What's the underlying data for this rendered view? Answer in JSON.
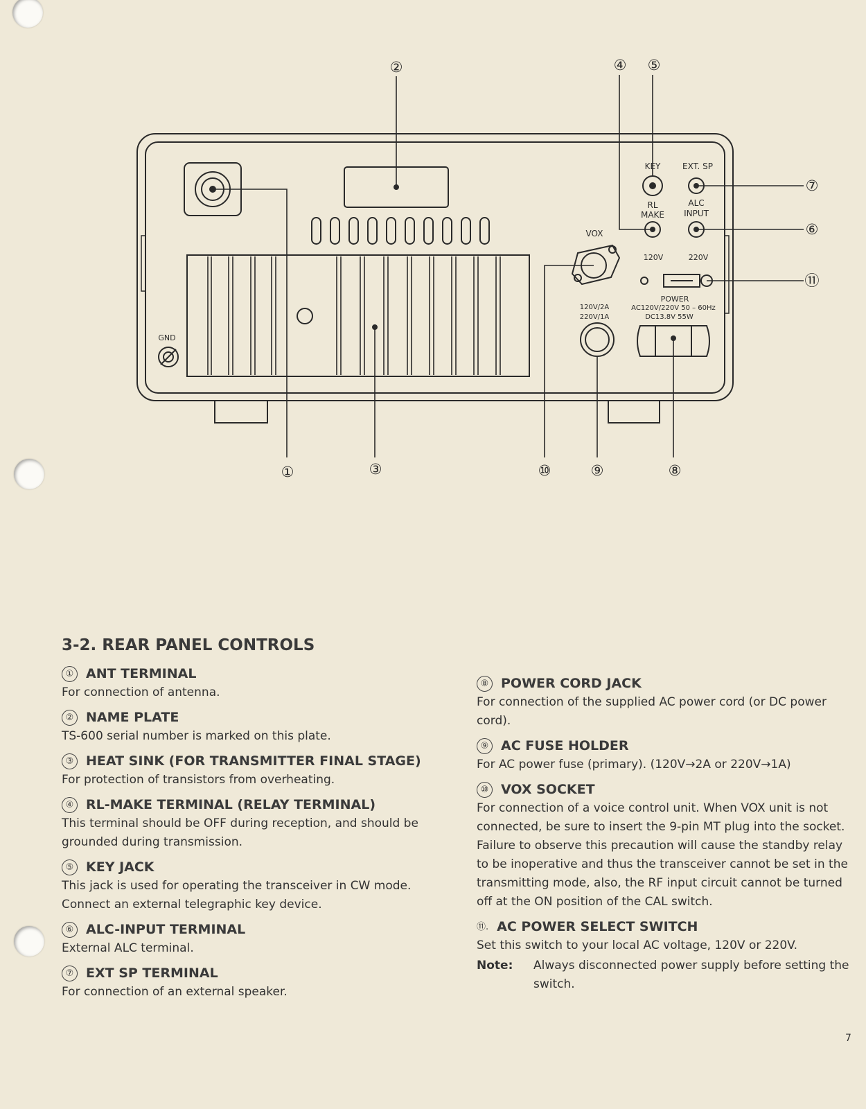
{
  "diagram": {
    "callouts": [
      "①",
      "②",
      "③",
      "④",
      "⑤",
      "⑥",
      "⑦",
      "⑧",
      "⑨",
      "⑩",
      "⑪"
    ],
    "labels": {
      "key": "KEY",
      "ext_sp": "EXT. SP",
      "rl": "RL",
      "make": "MAKE",
      "alc": "ALC",
      "input": "INPUT",
      "vox": "VOX",
      "v120": "120V",
      "v220": "220V",
      "power": "POWER",
      "power_spec1": "AC120V/220V  50 – 60Hz",
      "power_spec2": "DC13.8V   55W",
      "fuse1": "120V/2A",
      "fuse2": "220V/1A",
      "gnd": "GND"
    }
  },
  "section_title": "3-2. REAR PANEL CONTROLS",
  "items_left": [
    {
      "num": "①",
      "title": "ANT TERMINAL",
      "text": "For connection of antenna."
    },
    {
      "num": "②",
      "title": "NAME PLATE",
      "text": "TS-600 serial number is marked on this plate."
    },
    {
      "num": "③",
      "title": "HEAT SINK (FOR TRANSMITTER FINAL STAGE)",
      "text": "For protection of transistors from overheating."
    },
    {
      "num": "④",
      "title": "RL-MAKE TERMINAL (RELAY TERMINAL)",
      "text": "This terminal should be OFF during reception, and should be grounded during transmission."
    },
    {
      "num": "⑤",
      "title": "KEY JACK",
      "text": "This jack is used for operating the transceiver in CW mode. Connect an external telegraphic key device."
    },
    {
      "num": "⑥",
      "title": "ALC-INPUT TERMINAL",
      "text": "External ALC terminal."
    },
    {
      "num": "⑦",
      "title": "EXT SP TERMINAL",
      "text": "For connection of an external speaker."
    }
  ],
  "items_right": [
    {
      "num": "⑧",
      "title": "POWER CORD JACK",
      "text": "For connection of the supplied AC power cord (or DC power cord)."
    },
    {
      "num": "⑨",
      "title": "AC FUSE HOLDER",
      "text": "For AC power fuse (primary). (120V→2A or 220V→1A)"
    },
    {
      "num": "⑩",
      "title": "VOX SOCKET",
      "text": "For connection of a voice control unit. When VOX unit is not connected, be sure to insert the 9-pin MT plug into the socket.",
      "text2": "Failure to observe this precaution will cause the standby relay to be inoperative and thus the transceiver cannot be set in the transmitting mode, also, the RF input circuit cannot be turned off at the ON position of the CAL switch."
    },
    {
      "num": "⑪.",
      "title": "AC POWER SELECT SWITCH",
      "text": "Set this switch to your local AC voltage, 120V or 220V."
    }
  ],
  "note": {
    "label": "Note:",
    "text": "Always disconnected power supply before setting the switch."
  },
  "page_number": "7"
}
